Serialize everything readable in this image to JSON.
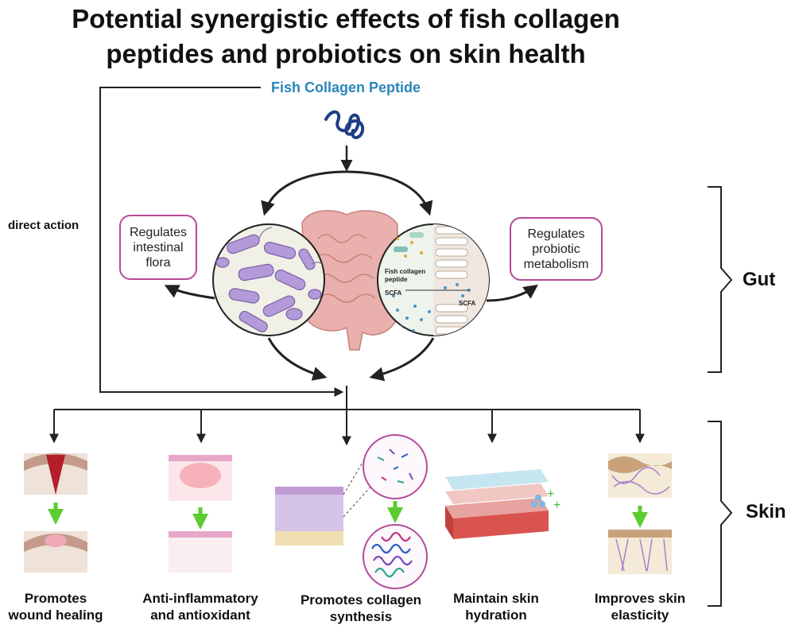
{
  "title": {
    "line1": "Potential synergistic effects of fish collagen",
    "line2": "peptides and probiotics on skin health"
  },
  "source_label": "Fish Collagen Peptide",
  "direct_action_label": "direct action",
  "left_box": {
    "line1": "Regulates",
    "line2": "intestinal",
    "line3": "flora"
  },
  "right_box": {
    "line1": "Regulates",
    "line2": "probiotic",
    "line3": "metabolism"
  },
  "inset_labels": {
    "fish_collagen": "Fish collagen",
    "peptide": "peptide",
    "scfa_left": "SCFA",
    "scfa_right": "SCFA"
  },
  "sections": {
    "gut": "Gut",
    "skin": "Skin"
  },
  "effects": [
    {
      "line1": "Promotes",
      "line2": "wound healing"
    },
    {
      "line1": "Anti-inflammatory",
      "line2": "and antioxidant"
    },
    {
      "line1": "Promotes collagen",
      "line2": "synthesis"
    },
    {
      "line1": "Maintain skin",
      "line2": "hydration"
    },
    {
      "line1": "Improves skin",
      "line2": "elasticity"
    }
  ],
  "colors": {
    "arrow": "#222222",
    "green_arrow": "#5ccc2e",
    "box_border": "#b54a9a",
    "source_text": "#2a86b8",
    "bacteria": "#a98bd0",
    "intestine": "#e7a9a6"
  }
}
